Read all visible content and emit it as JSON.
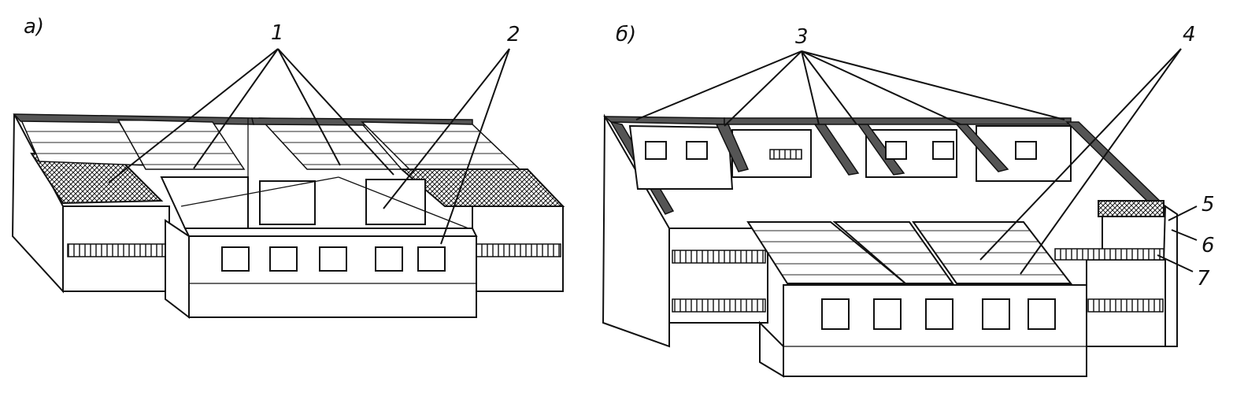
{
  "panels": [
    {
      "letter": "а)"
    },
    {
      "letter": "б)"
    }
  ],
  "callouts": [
    "1",
    "2",
    "3",
    "4",
    "5",
    "6",
    "7"
  ]
}
